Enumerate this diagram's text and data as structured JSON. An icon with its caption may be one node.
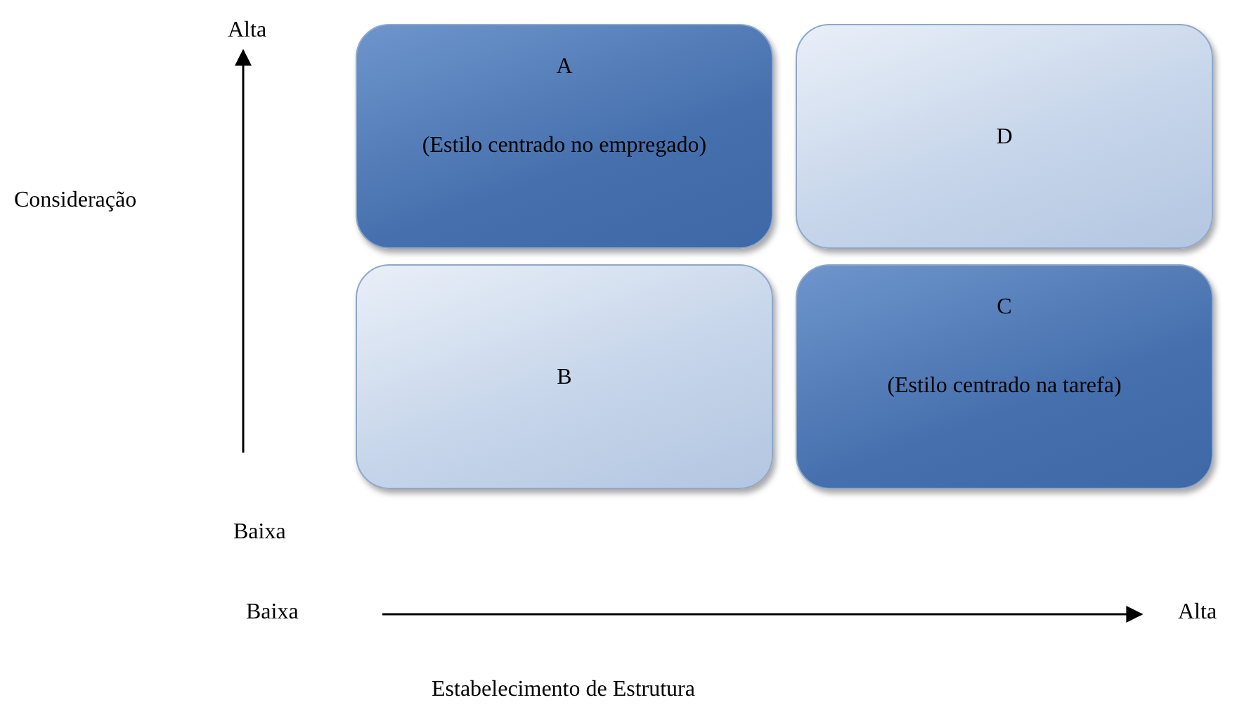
{
  "diagram": {
    "nodes": [
      {
        "text": [
          "A",
          "(Estilo centrado no empregado)"
        ]
      },
      {
        "text": [
          "D"
        ]
      },
      {
        "text": [
          "B"
        ]
      },
      {
        "text": [
          "C",
          "(Estilo centrado na tarefa)"
        ]
      }
    ],
    "labels": [
      "Alta",
      "Consideração",
      "Baixa",
      "Baixa",
      "Alta",
      "Estabelecimento de Estrutura"
    ]
  }
}
